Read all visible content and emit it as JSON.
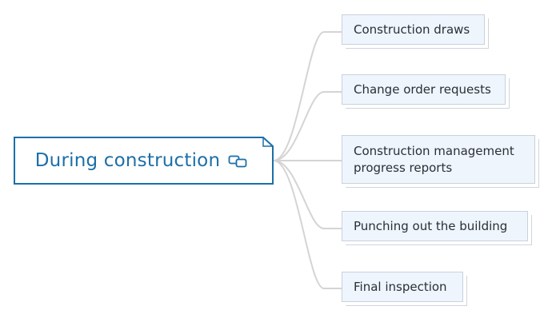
{
  "root": {
    "label": "During construction",
    "icon": "linked-copy-icon"
  },
  "topics": [
    {
      "label": "Construction draws"
    },
    {
      "label": "Change order requests"
    },
    {
      "label": "Construction management progress reports"
    },
    {
      "label": "Punching out the building"
    },
    {
      "label": "Final inspection"
    }
  ],
  "colors": {
    "accent": "#1c6fa8",
    "topic_fill": "#eef5fd",
    "connector": "#d4d4d4"
  }
}
